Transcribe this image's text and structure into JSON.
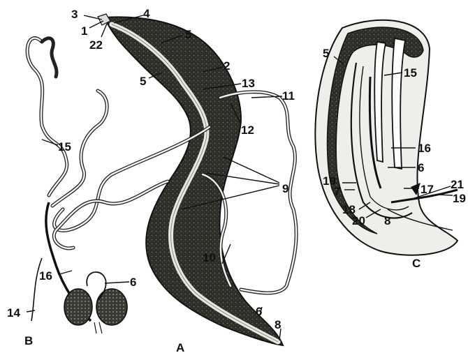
{
  "figure": {
    "panels": [
      {
        "id": "A",
        "label": "A"
      },
      {
        "id": "B",
        "label": "B"
      },
      {
        "id": "C",
        "label": "C"
      }
    ],
    "labels": [
      "1",
      "2",
      "3",
      "4",
      "5",
      "6",
      "7",
      "8",
      "9",
      "10",
      "11",
      "12",
      "13",
      "14",
      "15",
      "16",
      "17",
      "18",
      "19",
      "20",
      "21",
      "22"
    ]
  }
}
